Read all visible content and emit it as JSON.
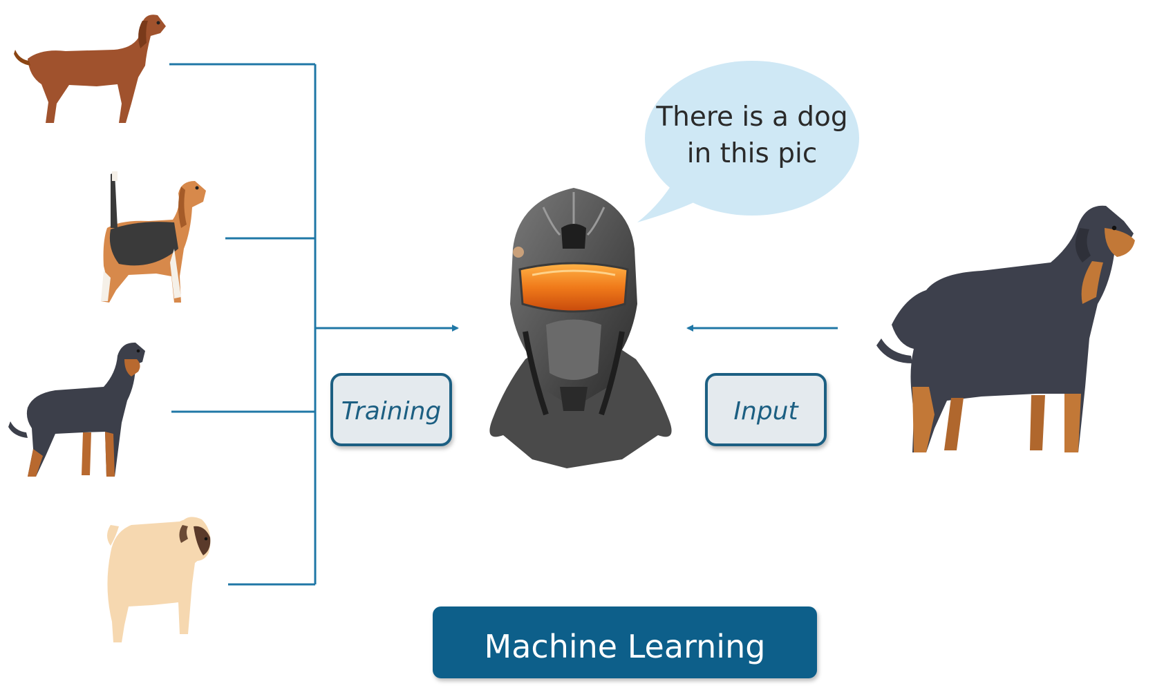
{
  "diagram": {
    "speech_bubble_lines": [
      "There is a dog",
      "in this pic"
    ],
    "training_label": "Training",
    "input_label": "Input",
    "title_label": "Machine Learning"
  },
  "icons": {
    "training_dogs": [
      "dachshund-dog-icon",
      "beagle-dog-icon",
      "rottweiler-dog-icon",
      "pug-dog-icon"
    ],
    "input_dog": "rottweiler-dog-icon",
    "machine": "robot-helmet-icon"
  },
  "colors": {
    "line": "#1f77a6",
    "label_border": "#1b5e82",
    "label_fill": "#e4eaee",
    "label_text": "#1b5e82",
    "title_fill": "#0d5f8a",
    "title_text": "#ffffff",
    "bubble_fill": "#cfe8f5",
    "visor": "#f07a1a"
  }
}
